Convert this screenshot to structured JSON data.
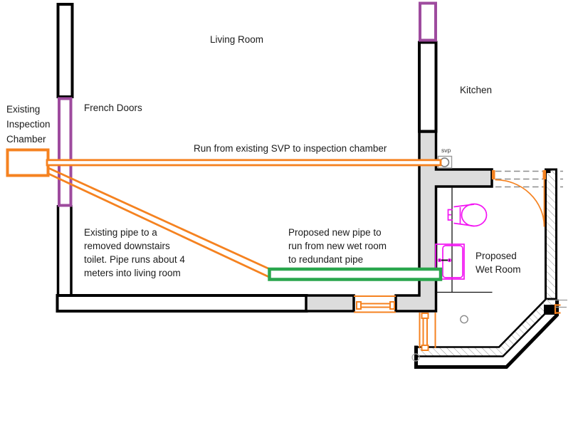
{
  "colors": {
    "pipe_orange": "#F58220",
    "pipe_green": "#2AA64D",
    "window_purple": "#9E4B9E",
    "fixture_magenta": "#F313F3",
    "wall_fill": "#DCDCDC",
    "wall_stroke": "#000000",
    "guide_gray": "#8C8C8C"
  },
  "labels": {
    "living_room": "Living Room",
    "kitchen": "Kitchen",
    "french_doors": "French Doors",
    "svp": "svp",
    "svp_run": "Run from existing SVP to inspection chamber",
    "inspection_chamber": {
      "lines": [
        "Existing",
        "Inspection",
        "Chamber"
      ]
    },
    "existing_pipe_note": {
      "lines": [
        "Existing pipe to a",
        "removed downstairs",
        "toilet. Pipe runs about 4",
        "meters into living room"
      ]
    },
    "proposed_pipe_note": {
      "lines": [
        "Proposed new pipe to",
        "run from new wet room",
        "to redundant pipe"
      ]
    },
    "wet_room": {
      "lines": [
        "Proposed",
        "Wet Room"
      ]
    }
  }
}
